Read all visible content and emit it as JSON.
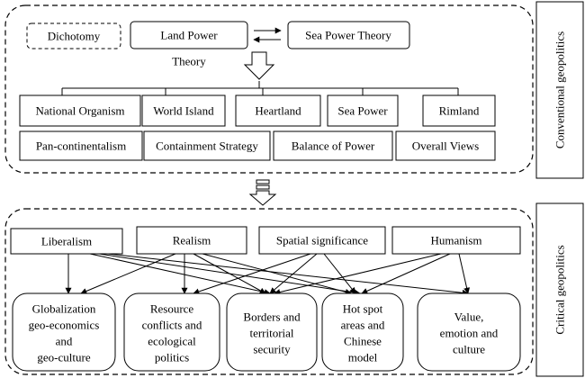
{
  "conventional": {
    "side_label": "Conventional geopolitics",
    "dichotomy": "Dichotomy",
    "land_power": "Land Power",
    "land_power_sub": "Theory",
    "sea_power_theory": "Sea Power Theory",
    "row1": [
      "National Organism",
      "World Island",
      "Heartland",
      "Sea Power",
      "Rimland"
    ],
    "row2": [
      "Pan-continentalism",
      "Containment Strategy",
      "Balance of Power",
      "Overall Views"
    ]
  },
  "critical": {
    "side_label": "Critical geopolitics",
    "approaches": [
      "Liberalism",
      "Realism",
      "Spatial significance",
      "Humanism"
    ],
    "topics": [
      [
        "Globalization",
        "geo-economics",
        "and",
        "geo-culture"
      ],
      [
        "Resource",
        "conflicts and",
        "ecological",
        "politics"
      ],
      [
        "Borders and",
        "territorial",
        "security"
      ],
      [
        "Hot spot",
        "areas and",
        "Chinese",
        "model"
      ],
      [
        "Value,",
        "emotion and",
        "culture"
      ]
    ]
  }
}
